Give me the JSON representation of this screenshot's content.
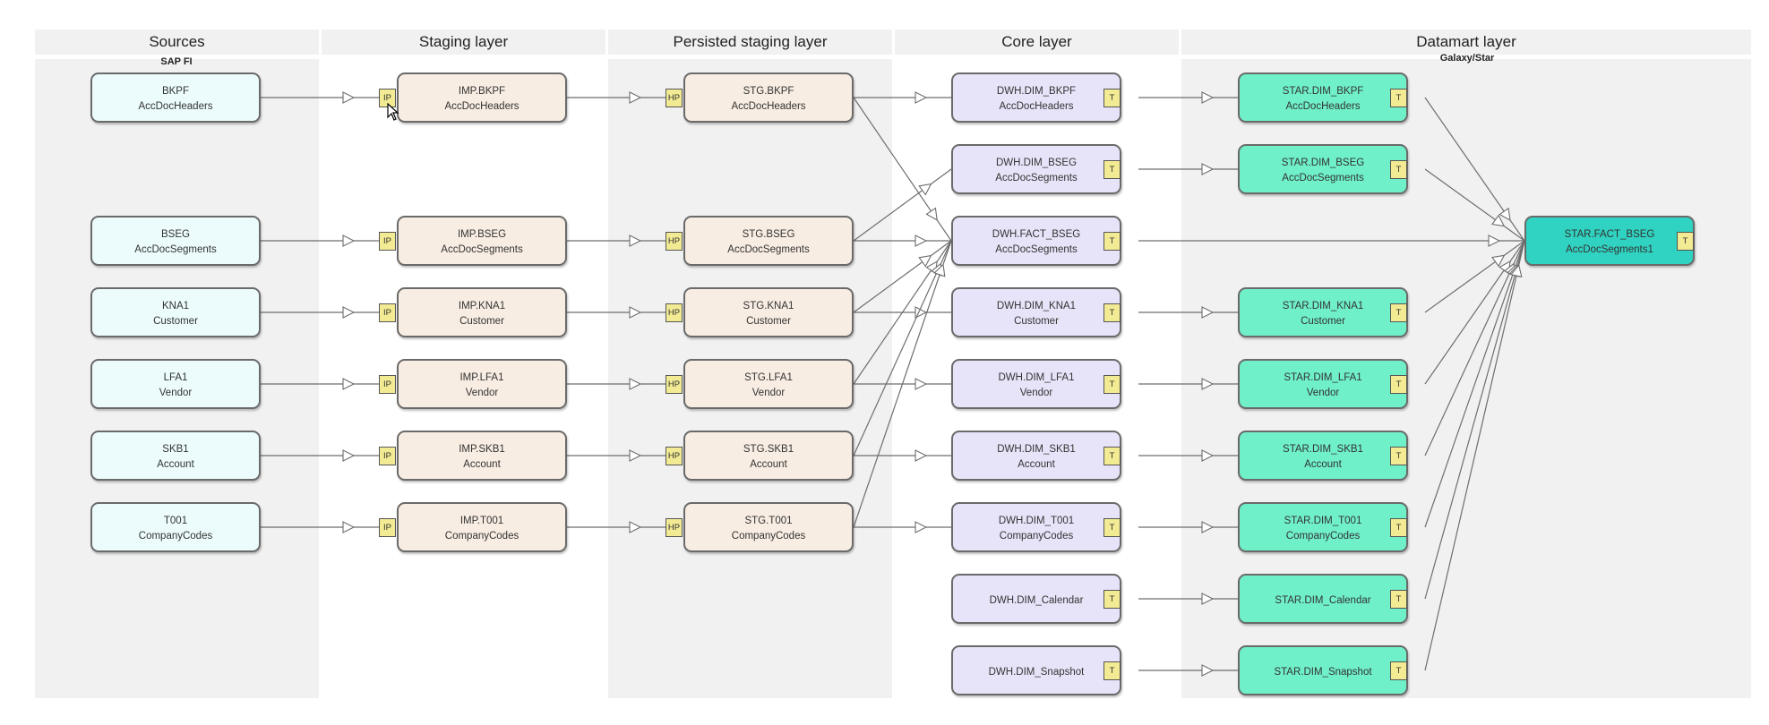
{
  "layers": {
    "sources": "Sources",
    "staging": "Staging layer",
    "persisted": "Persisted staging layer",
    "core": "Core layer",
    "datamart": "Datamart layer"
  },
  "sublabels": {
    "sap": "SAP FI",
    "galaxy": "Galaxy/Star"
  },
  "nodes": {
    "src_bkpf": [
      "BKPF",
      "AccDocHeaders"
    ],
    "src_bseg": [
      "BSEG",
      "AccDocSegments"
    ],
    "src_kna1": [
      "KNA1",
      "Customer"
    ],
    "src_lfa1": [
      "LFA1",
      "Vendor"
    ],
    "src_skb1": [
      "SKB1",
      "Account"
    ],
    "src_t001": [
      "T001",
      "CompanyCodes"
    ],
    "imp_bkpf": [
      "IMP.BKPF",
      "AccDocHeaders"
    ],
    "imp_bseg": [
      "IMP.BSEG",
      "AccDocSegments"
    ],
    "imp_kna1": [
      "IMP.KNA1",
      "Customer"
    ],
    "imp_lfa1": [
      "IMP.LFA1",
      "Vendor"
    ],
    "imp_skb1": [
      "IMP.SKB1",
      "Account"
    ],
    "imp_t001": [
      "IMP.T001",
      "CompanyCodes"
    ],
    "stg_bkpf": [
      "STG.BKPF",
      "AccDocHeaders"
    ],
    "stg_bseg": [
      "STG.BSEG",
      "AccDocSegments"
    ],
    "stg_kna1": [
      "STG.KNA1",
      "Customer"
    ],
    "stg_lfa1": [
      "STG.LFA1",
      "Vendor"
    ],
    "stg_skb1": [
      "STG.SKB1",
      "Account"
    ],
    "stg_t001": [
      "STG.T001",
      "CompanyCodes"
    ],
    "dwh_dim_bkpf": [
      "DWH.DIM_BKPF",
      "AccDocHeaders"
    ],
    "dwh_dim_bseg": [
      "DWH.DIM_BSEG",
      "AccDocSegments"
    ],
    "dwh_fact_bseg": [
      "DWH.FACT_BSEG",
      "AccDocSegments"
    ],
    "dwh_dim_kna1": [
      "DWH.DIM_KNA1",
      "Customer"
    ],
    "dwh_dim_lfa1": [
      "DWH.DIM_LFA1",
      "Vendor"
    ],
    "dwh_dim_skb1": [
      "DWH.DIM_SKB1",
      "Account"
    ],
    "dwh_dim_t001": [
      "DWH.DIM_T001",
      "CompanyCodes"
    ],
    "dwh_dim_calendar": [
      "DWH.DIM_Calendar"
    ],
    "dwh_dim_snapshot": [
      "DWH.DIM_Snapshot"
    ],
    "star_dim_bkpf": [
      "STAR.DIM_BKPF",
      "AccDocHeaders"
    ],
    "star_dim_bseg": [
      "STAR.DIM_BSEG",
      "AccDocSegments"
    ],
    "star_dim_kna1": [
      "STAR.DIM_KNA1",
      "Customer"
    ],
    "star_dim_lfa1": [
      "STAR.DIM_LFA1",
      "Vendor"
    ],
    "star_dim_skb1": [
      "STAR.DIM_SKB1",
      "Account"
    ],
    "star_dim_t001": [
      "STAR.DIM_T001",
      "CompanyCodes"
    ],
    "star_dim_calendar": [
      "STAR.DIM_Calendar"
    ],
    "star_dim_snapshot": [
      "STAR.DIM_Snapshot"
    ],
    "star_fact_bseg": [
      "STAR.FACT_BSEG",
      "AccDocSegments1"
    ]
  },
  "badges": {
    "ip": "IP",
    "hp": "HP",
    "t": "T"
  },
  "colors": {
    "source": "#ecfcfc",
    "staging": "#f8ede2",
    "core": "#e7e4f9",
    "datamart": "#6ff0c9",
    "fact": "#30d3c1",
    "badge": "#f3eb93",
    "lane": "#f1f1f1"
  },
  "edges": [
    [
      "src_bkpf",
      "imp_bkpf"
    ],
    [
      "src_bseg",
      "imp_bseg"
    ],
    [
      "src_kna1",
      "imp_kna1"
    ],
    [
      "src_lfa1",
      "imp_lfa1"
    ],
    [
      "src_skb1",
      "imp_skb1"
    ],
    [
      "src_t001",
      "imp_t001"
    ],
    [
      "imp_bkpf",
      "stg_bkpf"
    ],
    [
      "imp_bseg",
      "stg_bseg"
    ],
    [
      "imp_kna1",
      "stg_kna1"
    ],
    [
      "imp_lfa1",
      "stg_lfa1"
    ],
    [
      "imp_skb1",
      "stg_skb1"
    ],
    [
      "imp_t001",
      "stg_t001"
    ],
    [
      "stg_bkpf",
      "dwh_dim_bkpf"
    ],
    [
      "stg_bseg",
      "dwh_fact_bseg"
    ],
    [
      "stg_kna1",
      "dwh_dim_kna1"
    ],
    [
      "stg_lfa1",
      "dwh_dim_lfa1"
    ],
    [
      "stg_skb1",
      "dwh_dim_skb1"
    ],
    [
      "stg_t001",
      "dwh_dim_t001"
    ],
    [
      "stg_bkpf",
      "dwh_fact_bseg"
    ],
    [
      "stg_bseg",
      "dwh_dim_bseg"
    ],
    [
      "stg_kna1",
      "dwh_fact_bseg"
    ],
    [
      "stg_lfa1",
      "dwh_fact_bseg"
    ],
    [
      "stg_skb1",
      "dwh_fact_bseg"
    ],
    [
      "stg_t001",
      "dwh_fact_bseg"
    ],
    [
      "dwh_dim_bkpf",
      "star_dim_bkpf"
    ],
    [
      "dwh_dim_bseg",
      "star_dim_bseg"
    ],
    [
      "dwh_fact_bseg",
      "star_fact_bseg"
    ],
    [
      "dwh_dim_kna1",
      "star_dim_kna1"
    ],
    [
      "dwh_dim_lfa1",
      "star_dim_lfa1"
    ],
    [
      "dwh_dim_skb1",
      "star_dim_skb1"
    ],
    [
      "dwh_dim_t001",
      "star_dim_t001"
    ],
    [
      "dwh_dim_calendar",
      "star_dim_calendar"
    ],
    [
      "dwh_dim_snapshot",
      "star_dim_snapshot"
    ],
    [
      "star_dim_bkpf",
      "star_fact_bseg"
    ],
    [
      "star_dim_bseg",
      "star_fact_bseg"
    ],
    [
      "star_dim_kna1",
      "star_fact_bseg"
    ],
    [
      "star_dim_lfa1",
      "star_fact_bseg"
    ],
    [
      "star_dim_skb1",
      "star_fact_bseg"
    ],
    [
      "star_dim_t001",
      "star_fact_bseg"
    ],
    [
      "star_dim_calendar",
      "star_fact_bseg"
    ],
    [
      "star_dim_snapshot",
      "star_fact_bseg"
    ]
  ]
}
